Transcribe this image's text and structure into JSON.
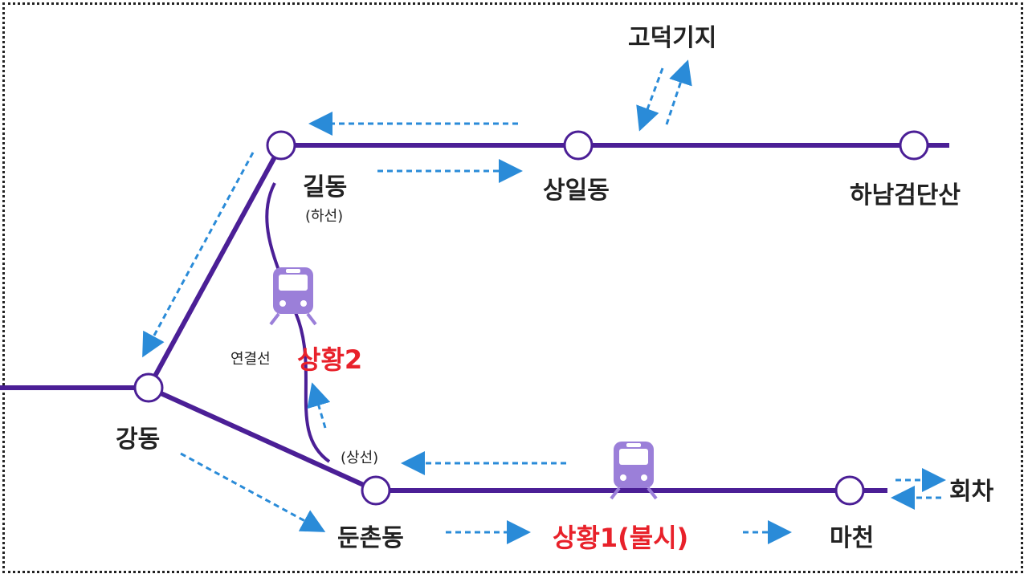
{
  "stations": {
    "gildong": "길동",
    "gildong_sub": "(하선)",
    "sangil": "상일동",
    "hanam": "하남검단산",
    "gangdong": "강동",
    "dunchon": "둔촌동",
    "dunchon_sub": "(상선)",
    "macheon": "마천"
  },
  "labels": {
    "depot": "고덕기지",
    "connector": "연결선",
    "situation2": "상황2",
    "situation1": "상황1(불시)",
    "turnback": "회차"
  },
  "colors": {
    "line": "#4b1f96",
    "arrow": "#2a8bd8",
    "alert": "#e8212a",
    "train": "#9b7fd9"
  }
}
